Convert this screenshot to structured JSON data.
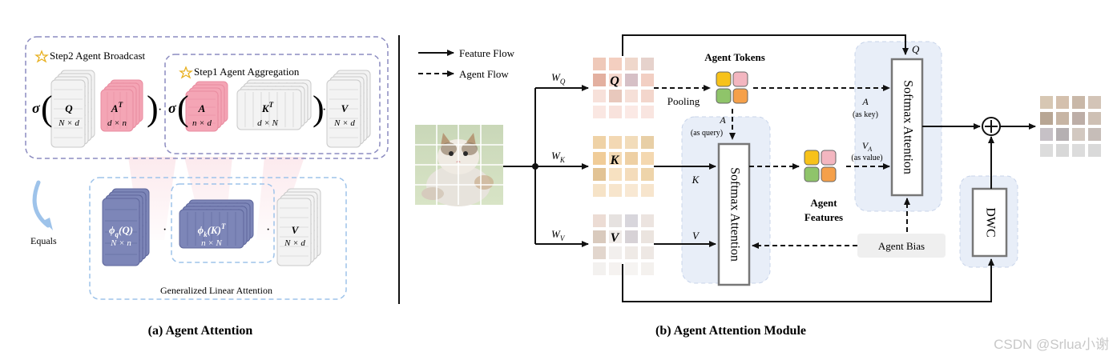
{
  "panel_a": {
    "caption": "(a) Agent Attention",
    "step2_label": "Step2  Agent Broadcast",
    "step1_label": "Step1  Agent Aggregation",
    "sigma": "σ",
    "dot": "·",
    "q_label": "Q",
    "q_dim": "N × d",
    "at_label": "A",
    "at_sup": "T",
    "at_dim": "d × n",
    "a_label": "A",
    "a_dim": "n × d",
    "kt_label": "K",
    "kt_sup": "T",
    "kt_dim": "d × N",
    "v_label": "V",
    "v_dim": "N × d",
    "equals_label": "Equals",
    "phiq_label": "ϕ",
    "phiq_sub": "q",
    "phiq_arg": "(Q)",
    "phiq_dim": "N × n",
    "phik_label": "ϕ",
    "phik_sub": "k",
    "phik_arg": "(K)",
    "phik_sup": "T",
    "phik_dim": "n × N",
    "v2_label": "V",
    "v2_dim": "N × d",
    "gla_label": "Generalized Linear Attention"
  },
  "panel_b": {
    "caption": "(b) Agent Attention Module",
    "legend_feature": "Feature Flow",
    "legend_agent": "Agent Flow",
    "wq": "W",
    "wq_sub": "Q",
    "wk": "W",
    "wk_sub": "K",
    "wv": "W",
    "wv_sub": "V",
    "q_mat": "Q",
    "k_mat": "K",
    "v_mat": "V",
    "agent_tokens": "Agent Tokens",
    "pooling": "Pooling",
    "a_label": "A",
    "as_query": "(as query)",
    "k_label": "K",
    "v_label": "V",
    "softmax1": "Softmax Attention",
    "agent_features_1": "Agent",
    "agent_features_2": "Features",
    "q_top": "Q",
    "a_key": "A",
    "as_key": "(as key)",
    "va_label": "V",
    "va_sub": "A",
    "as_value": "(as value)",
    "softmax2": "Softmax Attention",
    "agent_bias": "Agent Bias",
    "dwc": "DWC"
  },
  "watermark": "CSDN @Srlua小谢",
  "colors": {
    "pink": "#f4a5b5",
    "blue": "#7d86b8",
    "gray": "#ececec",
    "dashed_purple": "#8c8cc0",
    "dashed_blue": "#9ec3ea",
    "token_orange": "#f5a04a",
    "token_yellow": "#f7c21a",
    "token_green": "#8fc46a",
    "token_pink": "#f3b6c0"
  }
}
